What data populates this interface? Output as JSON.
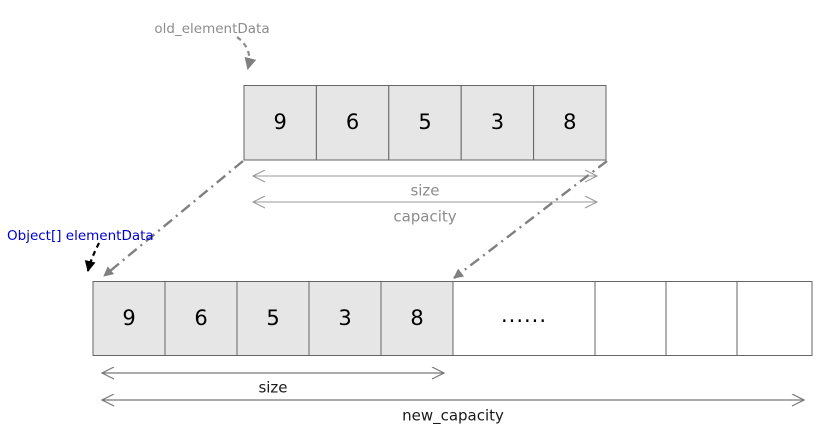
{
  "diagram": {
    "title": "ArrayList grow: old_elementData to new elementData",
    "colors": {
      "cell_fill": "#e6e6e6",
      "cell_stroke": "#666666",
      "empty_fill": "#ffffff",
      "gray_text": "#8c8c8c",
      "blue_text": "#0000cc",
      "black_text": "#000000",
      "dim_line": "#9a9a9a",
      "dashdot_line": "#808080"
    },
    "old_array": {
      "pointer_label": "old_elementData",
      "cells": [
        {
          "value": "9",
          "filled": true
        },
        {
          "value": "6",
          "filled": true
        },
        {
          "value": "5",
          "filled": true
        },
        {
          "value": "3",
          "filled": true
        },
        {
          "value": "8",
          "filled": true
        }
      ],
      "measures": [
        {
          "label": "size"
        },
        {
          "label": "capacity"
        }
      ]
    },
    "new_array": {
      "pointer_label": "Object[] elementData",
      "cells": [
        {
          "value": "9",
          "filled": true,
          "wide": false
        },
        {
          "value": "6",
          "filled": true,
          "wide": false
        },
        {
          "value": "5",
          "filled": true,
          "wide": false
        },
        {
          "value": "3",
          "filled": true,
          "wide": false
        },
        {
          "value": "8",
          "filled": true,
          "wide": false
        },
        {
          "value": "......",
          "filled": false,
          "wide": true
        },
        {
          "value": "",
          "filled": false,
          "wide": false
        },
        {
          "value": "",
          "filled": false,
          "wide": false
        },
        {
          "value": "",
          "filled": false,
          "wide": false
        }
      ],
      "measures": [
        {
          "label": "size"
        },
        {
          "label": "new_capacity"
        }
      ]
    }
  }
}
